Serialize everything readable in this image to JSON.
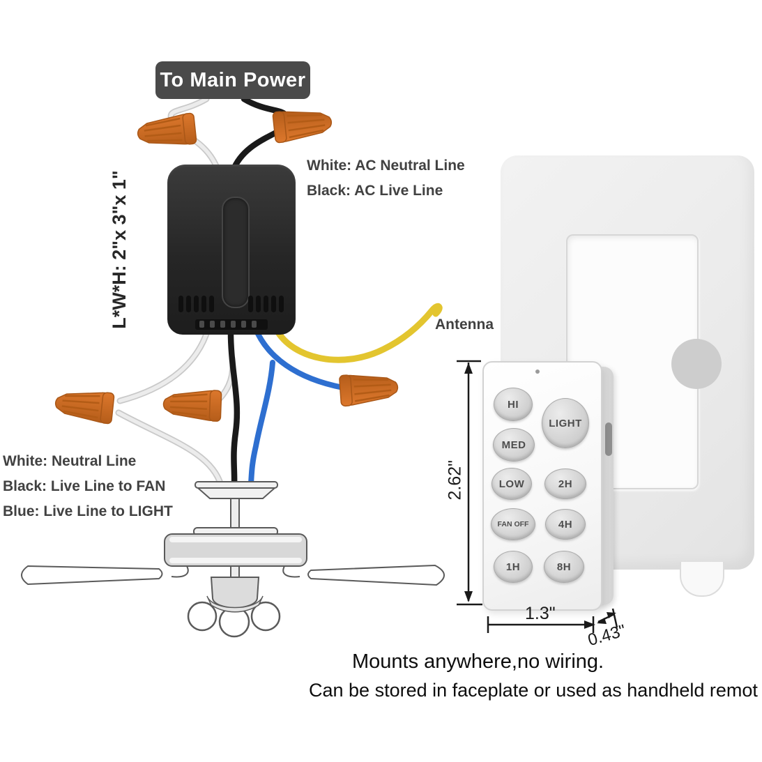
{
  "diagram": {
    "badge": "To Main Power",
    "receiver": {
      "size_label": "L*W*H: 2\"x 3\"x 1\"",
      "embossed_label": ""
    },
    "labels": {
      "ac_neutral": "White: AC Neutral Line",
      "ac_live": "Black: AC Live Line",
      "antenna": "Antenna",
      "neutral": "White: Neutral Line",
      "live_fan": "Black: Live Line to FAN",
      "live_light": "Blue: Live Line to LIGHT"
    },
    "remote": {
      "buttons": [
        "HI",
        "MED",
        "LOW",
        "FAN OFF",
        "1H",
        "LIGHT",
        "2H",
        "4H",
        "8H"
      ],
      "height_label": "2.62\"",
      "width_label": "1.3\"",
      "depth_label": "0.43\""
    },
    "footer": {
      "line1": "Mounts anywhere,no wiring.",
      "line2": "Can be stored in faceplate or used as handheld remot"
    },
    "colors": {
      "badge_bg": "#4a4a4a",
      "wire_white": "#dcdcdc",
      "wire_black": "#1a1a1a",
      "wire_blue": "#2e6fd0",
      "wire_yellow": "#e6c931",
      "wire_nut_orange": "#e07a2e"
    }
  }
}
